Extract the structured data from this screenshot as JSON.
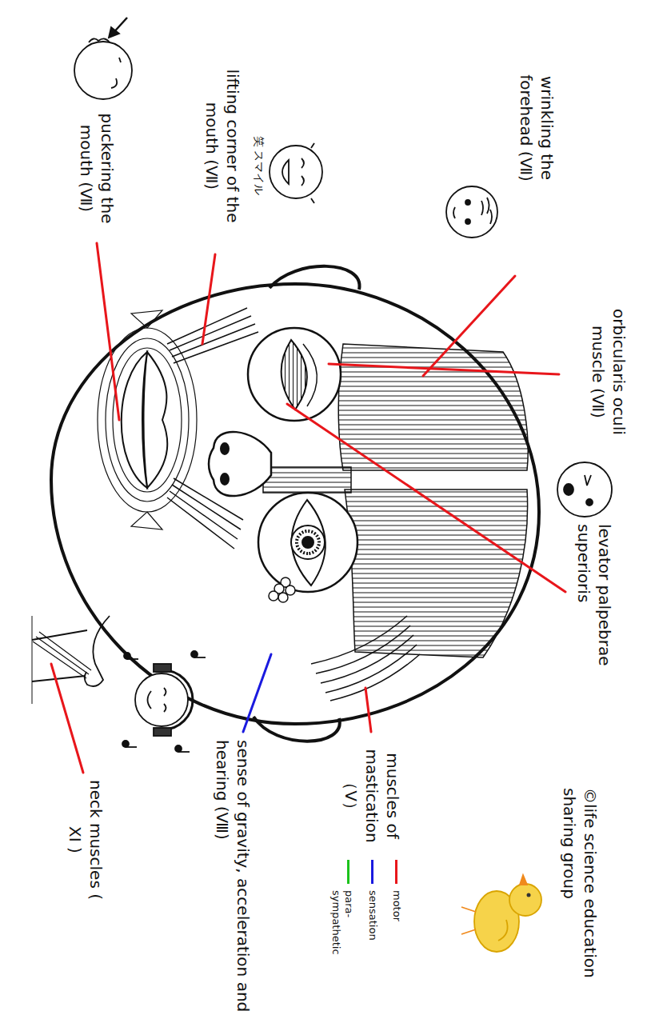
{
  "diagram": {
    "labels": [
      "wrinkling the forehead (Ⅶ)",
      "orbicularis oculi muscle (Ⅶ)",
      "levator palpebrae superioris",
      "lifting corner of the mouth (Ⅶ)",
      "笑 スマイル",
      "puckering the mouth (Ⅶ)",
      "muscles of mastication （Ⅴ）",
      "sense of gravity, acceleration and hearing (Ⅷ)",
      "neck muscles ( ⅩⅠ )",
      "©life science education sharing group"
    ],
    "legend": [
      {
        "text": "motor",
        "color": "#e8161b"
      },
      {
        "text": "sensation",
        "color": "#1a1adf"
      },
      {
        "text": "para- sympathetic",
        "color": "#1cc21c"
      }
    ]
  }
}
